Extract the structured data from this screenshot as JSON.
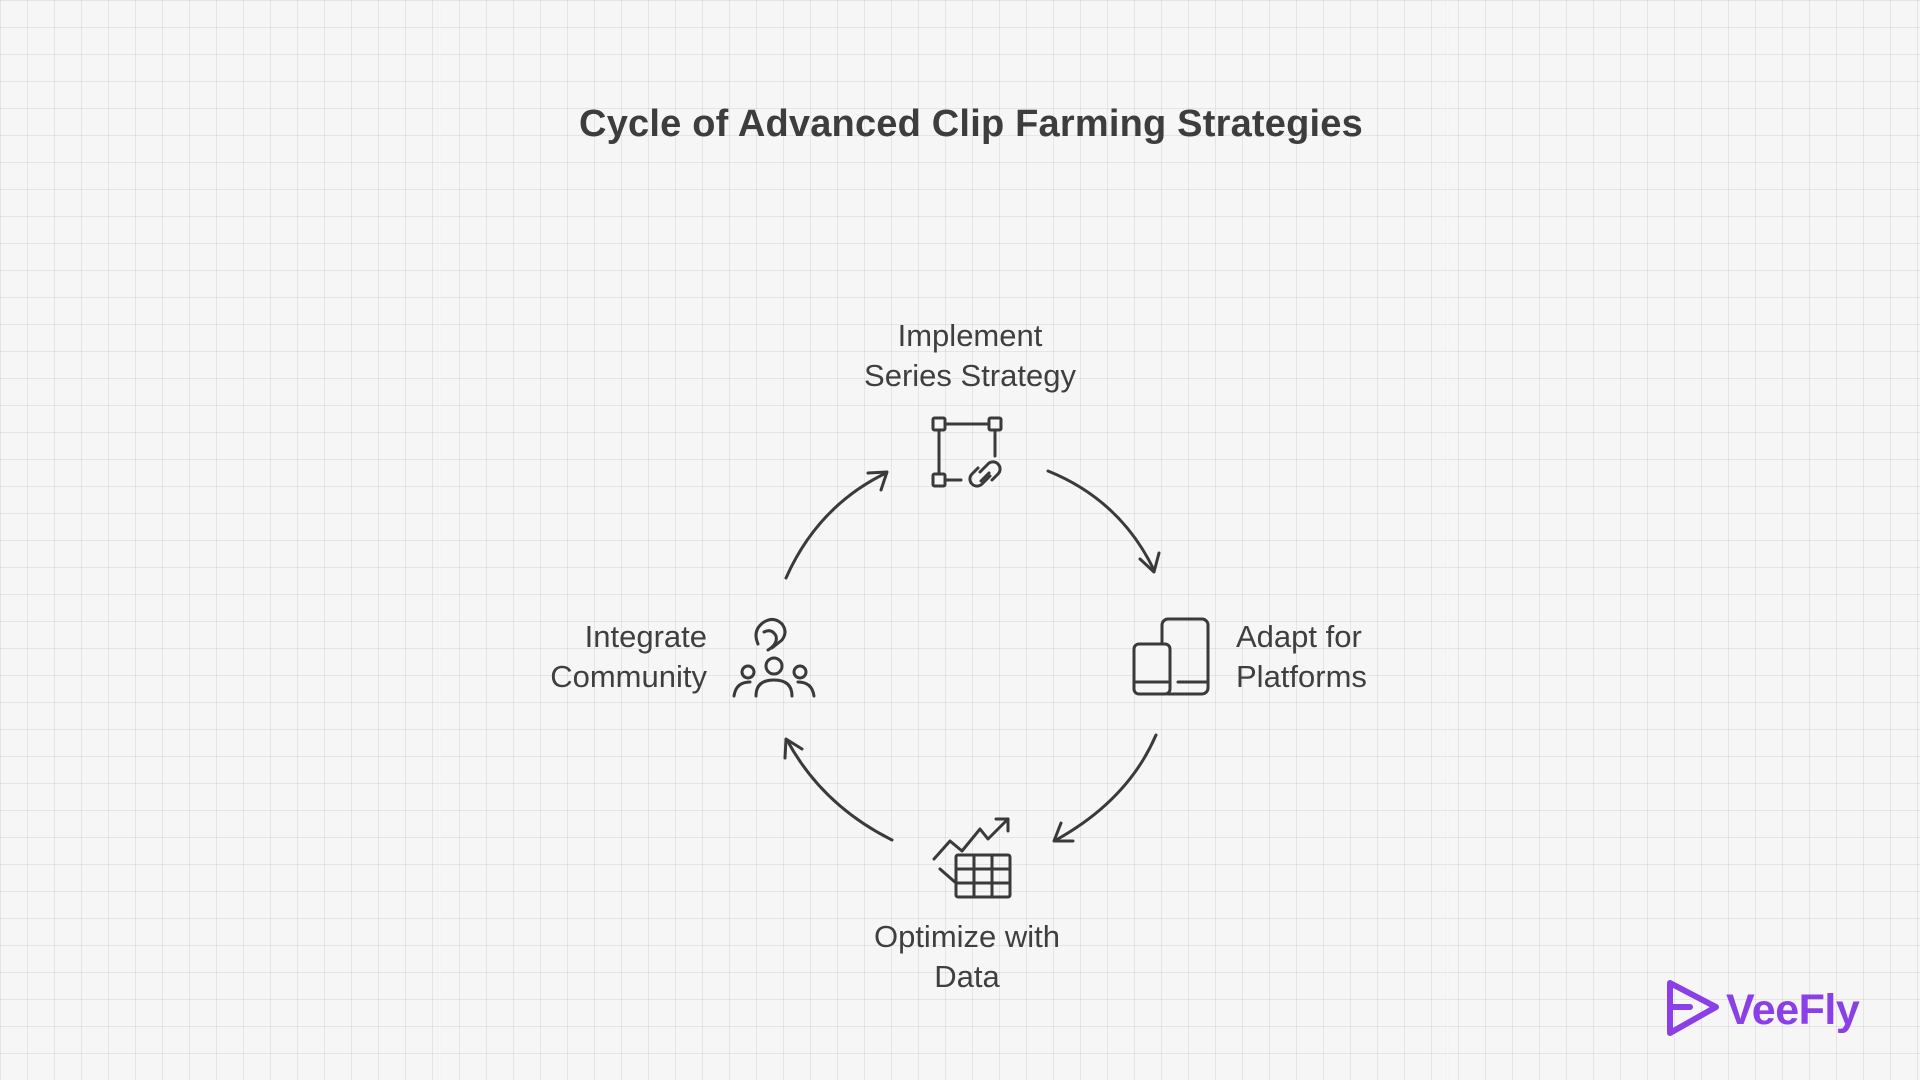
{
  "title": "Cycle of Advanced Clip Farming Strategies",
  "steps": [
    {
      "position": "top",
      "line1": "Implement",
      "line2": "Series Strategy",
      "icon": "series-link-icon"
    },
    {
      "position": "right",
      "line1": "Adapt for",
      "line2": "Platforms",
      "icon": "devices-icon"
    },
    {
      "position": "bottom",
      "line1": "Optimize with",
      "line2": "Data",
      "icon": "chart-table-icon"
    },
    {
      "position": "left",
      "line1": "Integrate",
      "line2": "Community",
      "icon": "community-icon"
    }
  ],
  "brand": {
    "name": "VeeFly",
    "color": "#8b3fe6",
    "icon": "veefly-logo-icon"
  },
  "colors": {
    "ink": "#3a3a3a",
    "background": "#f6f6f6"
  }
}
